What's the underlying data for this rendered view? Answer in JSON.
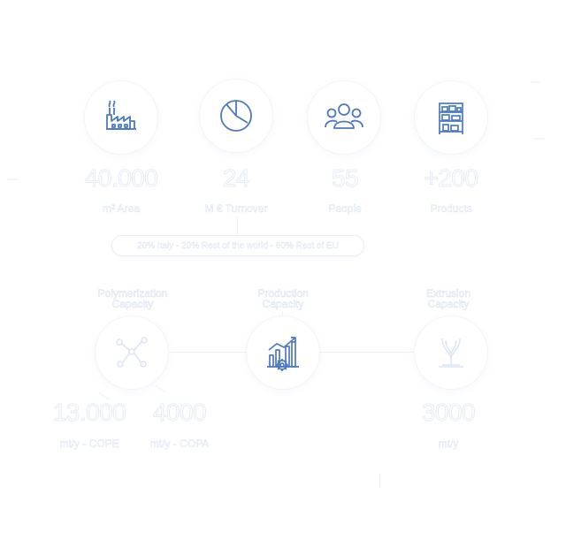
{
  "stats": [
    {
      "value": "40.000",
      "label": "m² Area",
      "icon": "factory-icon"
    },
    {
      "value": "24",
      "label": "M € Turnover",
      "icon": "pie-chart-icon"
    },
    {
      "value": "55",
      "label": "People",
      "icon": "people-icon"
    },
    {
      "value": "+200",
      "label": "Products",
      "icon": "shelving-icon"
    }
  ],
  "turnover_note": "20% Italy - 20% Rest of the world - 60% Rest of EU",
  "capacities": [
    {
      "title_line1": "Polymerization",
      "title_line2": "Capacity",
      "icon": "molecule-icon"
    },
    {
      "title_line1": "Production",
      "title_line2": "Capacity",
      "icon": "growth-chart-icon"
    },
    {
      "title_line1": "Extrusion",
      "title_line2": "Capacity",
      "icon": "extrusion-icon"
    }
  ],
  "capacity_values": [
    {
      "value": "13.000",
      "label": "mt/y - COPE"
    },
    {
      "value": "4000",
      "label": "mt/y - COPA"
    },
    {
      "value": "3000",
      "label": "mt/y"
    }
  ],
  "colors": {
    "accent": "#4b79c2",
    "faint_text": "#e6ebf6",
    "background": "#ffffff"
  }
}
